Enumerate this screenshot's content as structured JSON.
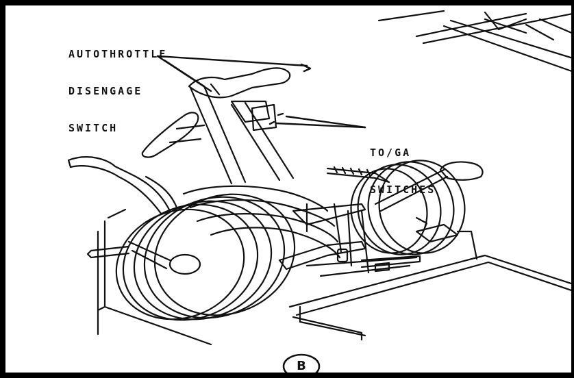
{
  "callouts": {
    "autothrottle": {
      "lines": [
        "AUTOTHROTTLE",
        "DISENGAGE",
        "SWITCH"
      ]
    },
    "toga": {
      "lines": [
        "TO/GA",
        "SWITCHES"
      ]
    }
  },
  "view_label": "B",
  "colors": {
    "frame": "#000000",
    "ink": "#111111",
    "background": "#ffffff"
  }
}
